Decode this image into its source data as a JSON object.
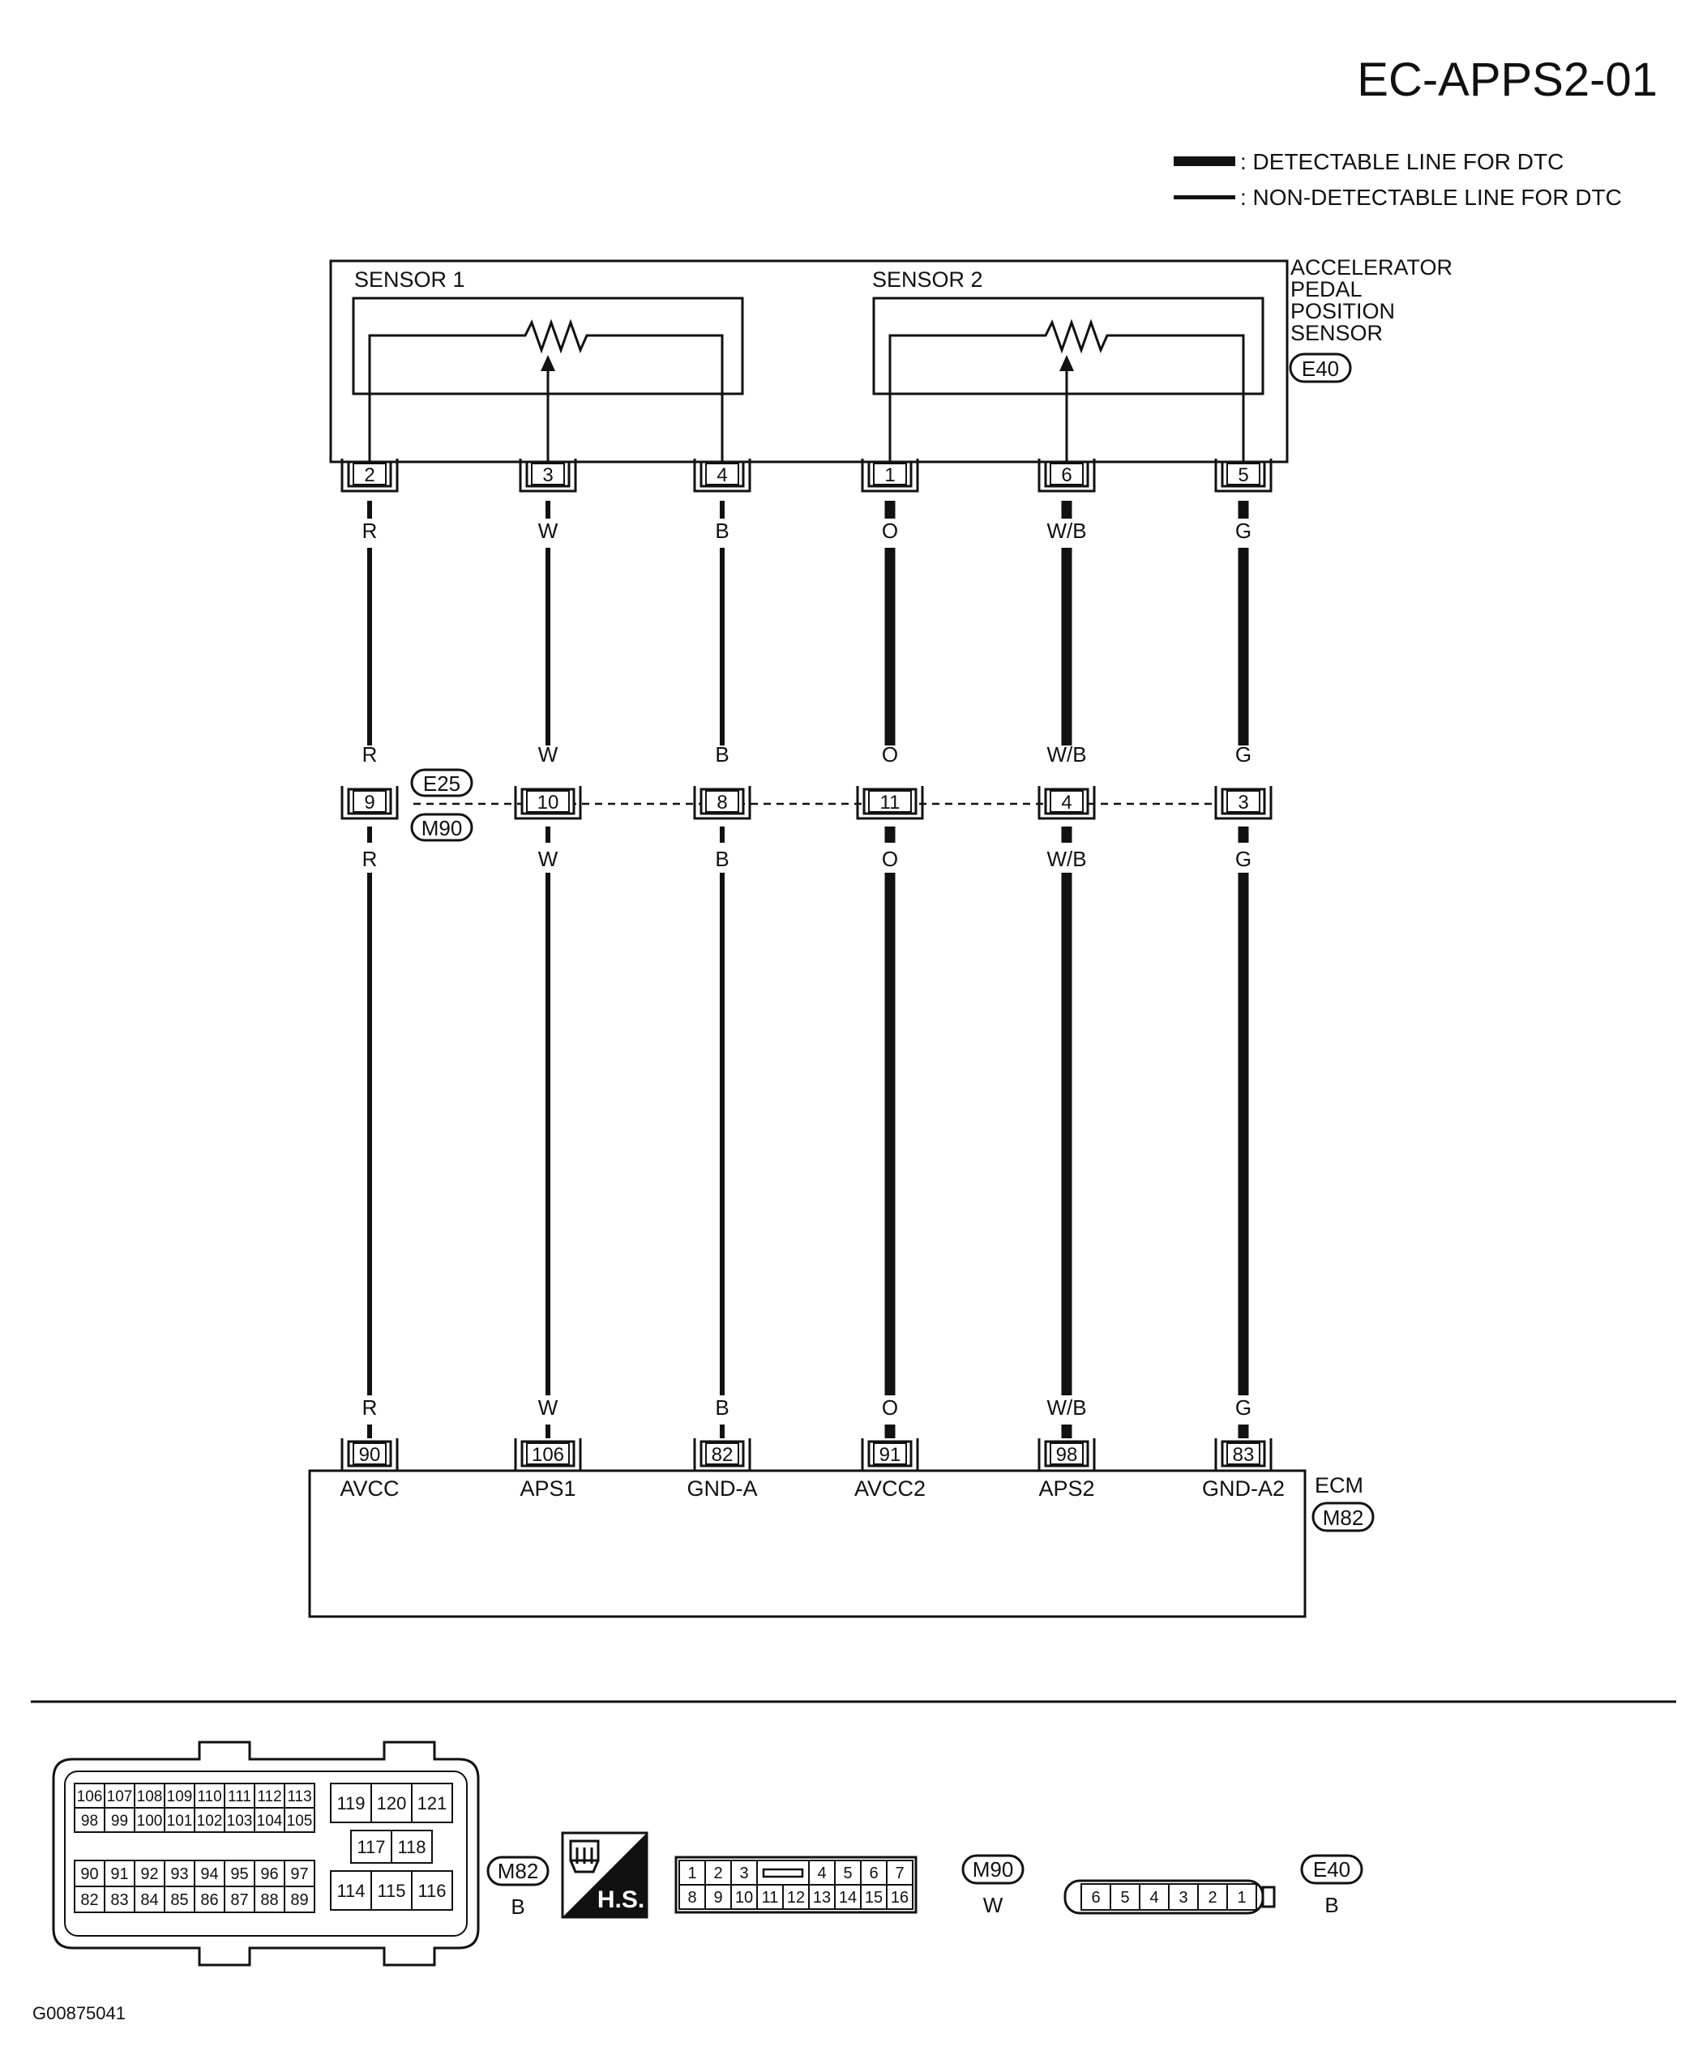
{
  "title": "EC-APPS2-01",
  "legend": [
    {
      "style": "detectable",
      "label": ": DETECTABLE LINE FOR DTC"
    },
    {
      "style": "non-detectable",
      "label": ": NON-DETECTABLE LINE FOR DTC"
    }
  ],
  "sensor": {
    "name_lines": [
      "ACCELERATOR",
      "PEDAL",
      "POSITION",
      "SENSOR"
    ],
    "connector": "E40",
    "sub1_label": "SENSOR 1",
    "sub2_label": "SENSOR 2"
  },
  "junction": {
    "connector_top": "E25",
    "connector_bottom": "M90"
  },
  "ecm": {
    "name": "ECM",
    "connector": "M82"
  },
  "wires": [
    {
      "sensor_pin": "2",
      "color": "R",
      "junction_pin": "9",
      "ecm_pin": "90",
      "ecm_label": "AVCC",
      "detectable": false
    },
    {
      "sensor_pin": "3",
      "color": "W",
      "junction_pin": "10",
      "ecm_pin": "106",
      "ecm_label": "APS1",
      "detectable": false
    },
    {
      "sensor_pin": "4",
      "color": "B",
      "junction_pin": "8",
      "ecm_pin": "82",
      "ecm_label": "GND-A",
      "detectable": false
    },
    {
      "sensor_pin": "1",
      "color": "O",
      "junction_pin": "11",
      "ecm_pin": "91",
      "ecm_label": "AVCC2",
      "detectable": true
    },
    {
      "sensor_pin": "6",
      "color": "W/B",
      "junction_pin": "4",
      "ecm_pin": "98",
      "ecm_label": "APS2",
      "detectable": true
    },
    {
      "sensor_pin": "5",
      "color": "G",
      "junction_pin": "3",
      "ecm_pin": "83",
      "ecm_label": "GND-A2",
      "detectable": true
    }
  ],
  "connector_views": {
    "m82": {
      "id": "M82",
      "housing_color": "B",
      "upper_rows": [
        [
          "106",
          "107",
          "108",
          "109",
          "110",
          "111",
          "112",
          "113"
        ],
        [
          "98",
          "99",
          "100",
          "101",
          "102",
          "103",
          "104",
          "105"
        ]
      ],
      "lower_rows": [
        [
          "90",
          "91",
          "92",
          "93",
          "94",
          "95",
          "96",
          "97"
        ],
        [
          "82",
          "83",
          "84",
          "85",
          "86",
          "87",
          "88",
          "89"
        ]
      ],
      "right_top": [
        "119",
        "120",
        "121"
      ],
      "right_mid": [
        "117",
        "118"
      ],
      "right_bottom": [
        "114",
        "115",
        "116"
      ]
    },
    "hs_label": "H.S.",
    "m90": {
      "id": "M90",
      "housing_color": "W",
      "top_left": [
        "1",
        "2",
        "3"
      ],
      "top_right": [
        "4",
        "5",
        "6",
        "7"
      ],
      "bottom": [
        "8",
        "9",
        "10",
        "11",
        "12",
        "13",
        "14",
        "15",
        "16"
      ]
    },
    "e40": {
      "id": "E40",
      "housing_color": "B",
      "pins": [
        "6",
        "5",
        "4",
        "3",
        "2",
        "1"
      ]
    }
  },
  "figure_id": "G00875041"
}
